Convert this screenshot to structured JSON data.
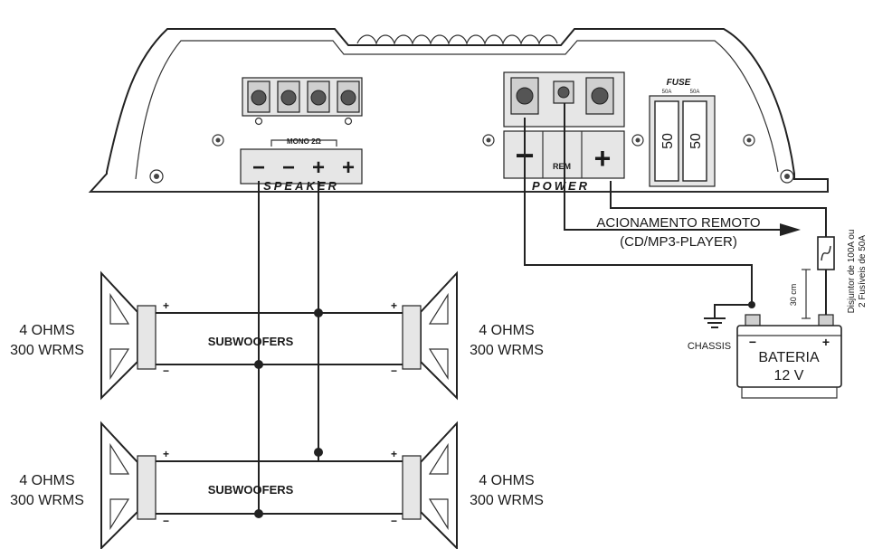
{
  "amplifier": {
    "speaker_label": "SPEAKER",
    "power_label": "POWER",
    "mono_label": "MONO 2Ω",
    "speaker_terminals": [
      "−",
      "−",
      "+",
      "+"
    ],
    "power_minus": "−",
    "power_rem": "REM",
    "power_plus": "+",
    "fuse_title": "FUSE",
    "fuses": [
      {
        "rating": "50A",
        "value": "50"
      },
      {
        "rating": "50A",
        "value": "50"
      }
    ]
  },
  "remote": {
    "line1": "ACIONAMENTO REMOTO",
    "line2": "(CD/MP3-PLAYER)"
  },
  "breaker": {
    "line1": "Disjuntor de 100A ou",
    "line2": "2 Fusíveis de 50A"
  },
  "distance": "30 cm",
  "chassis": "CHASSIS",
  "battery": {
    "line1": "BATERIA",
    "line2": "12 V",
    "minus": "−",
    "plus": "+"
  },
  "woofer_groups": [
    {
      "label": "SUBWOOFERS",
      "left": {
        "ohms": "4 OHMS",
        "power": "300 WRMS"
      },
      "right": {
        "ohms": "4 OHMS",
        "power": "300 WRMS"
      },
      "plus": "+",
      "minus": "−"
    },
    {
      "label": "SUBWOOFERS",
      "left": {
        "ohms": "4 OHMS",
        "power": "300 WRMS"
      },
      "right": {
        "ohms": "4 OHMS",
        "power": "300 WRMS"
      },
      "plus": "+",
      "minus": "−"
    }
  ]
}
